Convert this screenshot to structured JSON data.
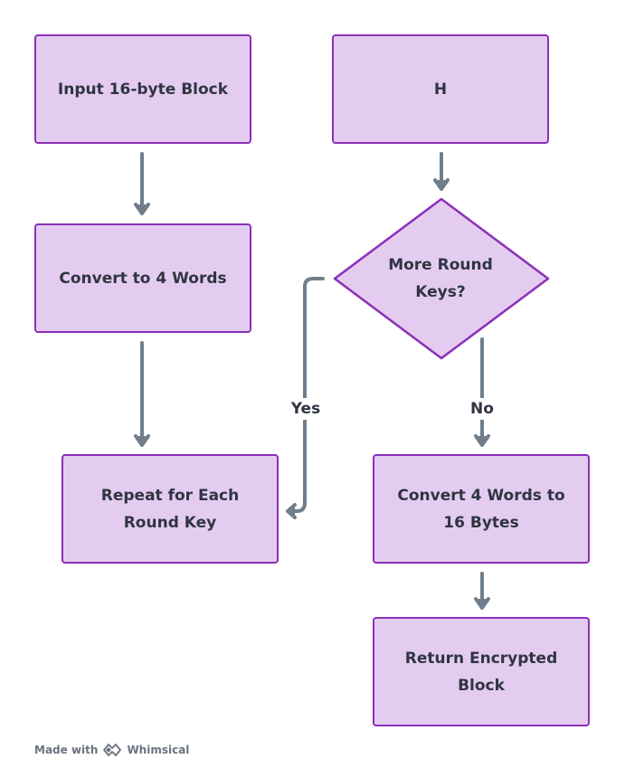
{
  "nodes": {
    "input_block": "Input 16-byte Block",
    "h": "H",
    "convert_words": "Convert to 4 Words",
    "decision": "More Round Keys?",
    "repeat": "Repeat for Each Round Key",
    "convert_bytes": "Convert 4 Words to 16 Bytes",
    "return_block": "Return Encrypted Block"
  },
  "edges": {
    "yes": "Yes",
    "no": "No"
  },
  "footer": {
    "made_with": "Made with",
    "brand": "Whimsical",
    "logo_icon": "whimsical-logo-icon"
  },
  "colors": {
    "node_fill": "#e4ccf1",
    "node_border": "#8b2fb8",
    "edge": "#6f7e8c",
    "text": "#2f3541"
  }
}
